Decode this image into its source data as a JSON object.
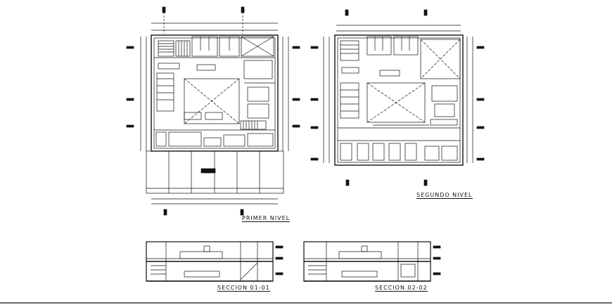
{
  "drawing": {
    "labels": {
      "primer_nivel": "PRIMER NIVEL",
      "segundo_nivel": "SEGUNDO NIVEL",
      "seccion_01": "SECCION 01-01",
      "seccion_02": "SECCION 02-02"
    },
    "line_color": "#111111",
    "background": "#ffffff"
  }
}
